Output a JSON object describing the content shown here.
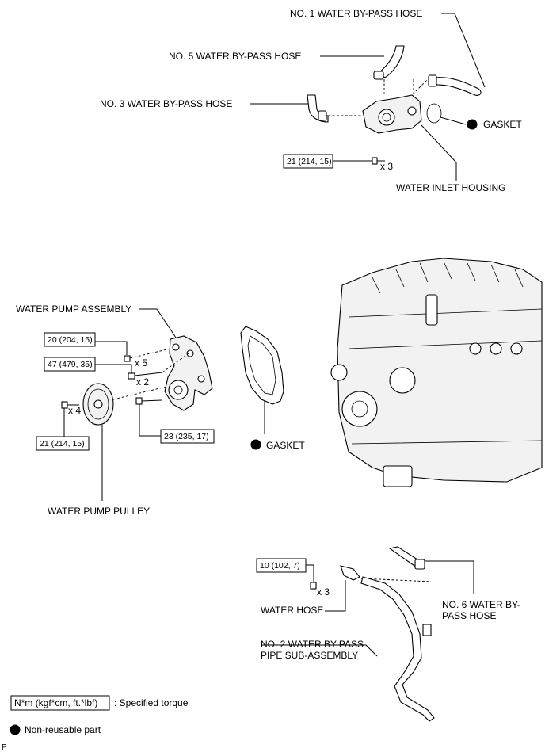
{
  "labels": {
    "no1_bypass_hose": "NO. 1 WATER BY-PASS HOSE",
    "no5_bypass_hose": "NO. 5 WATER BY-PASS HOSE",
    "no3_bypass_hose": "NO. 3 WATER BY-PASS HOSE",
    "gasket_top": "GASKET",
    "water_inlet_housing": "WATER INLET HOUSING",
    "water_pump_assembly": "WATER PUMP ASSEMBLY",
    "gasket_mid": "GASKET",
    "water_pump_pulley": "WATER PUMP PULLEY",
    "water_hose": "WATER HOSE",
    "no6_bypass_hose_line1": "NO. 6 WATER BY-",
    "no6_bypass_hose_line2": "PASS HOSE",
    "no2_bypass_pipe_line1": "NO. 2 WATER BY-PASS",
    "no2_bypass_pipe_line2": "PIPE SUB-ASSEMBLY"
  },
  "torques": {
    "inlet_housing_bolt": "21 (214, 15)",
    "pump_bolt_a": "20 (204, 15)",
    "pump_bolt_b": "47 (479, 35)",
    "pulley_bolt": "21 (214, 15)",
    "pump_bolt_c": "23 (235, 17)",
    "water_hose_bolt": "10 (102, 7)"
  },
  "quantities": {
    "inlet_housing_bolt": "x 3",
    "pump_bolt_a": "x 5",
    "pump_bolt_b": "x 2",
    "pulley_bolt": "x 4",
    "water_hose_bolt": "x 3"
  },
  "legend": {
    "torque_unit": "N*m (kgf*cm, ft.*lbf)",
    "torque_desc": ": Specified torque",
    "nonreusable_desc": "Non-reusable part"
  },
  "corner_letter": "P"
}
